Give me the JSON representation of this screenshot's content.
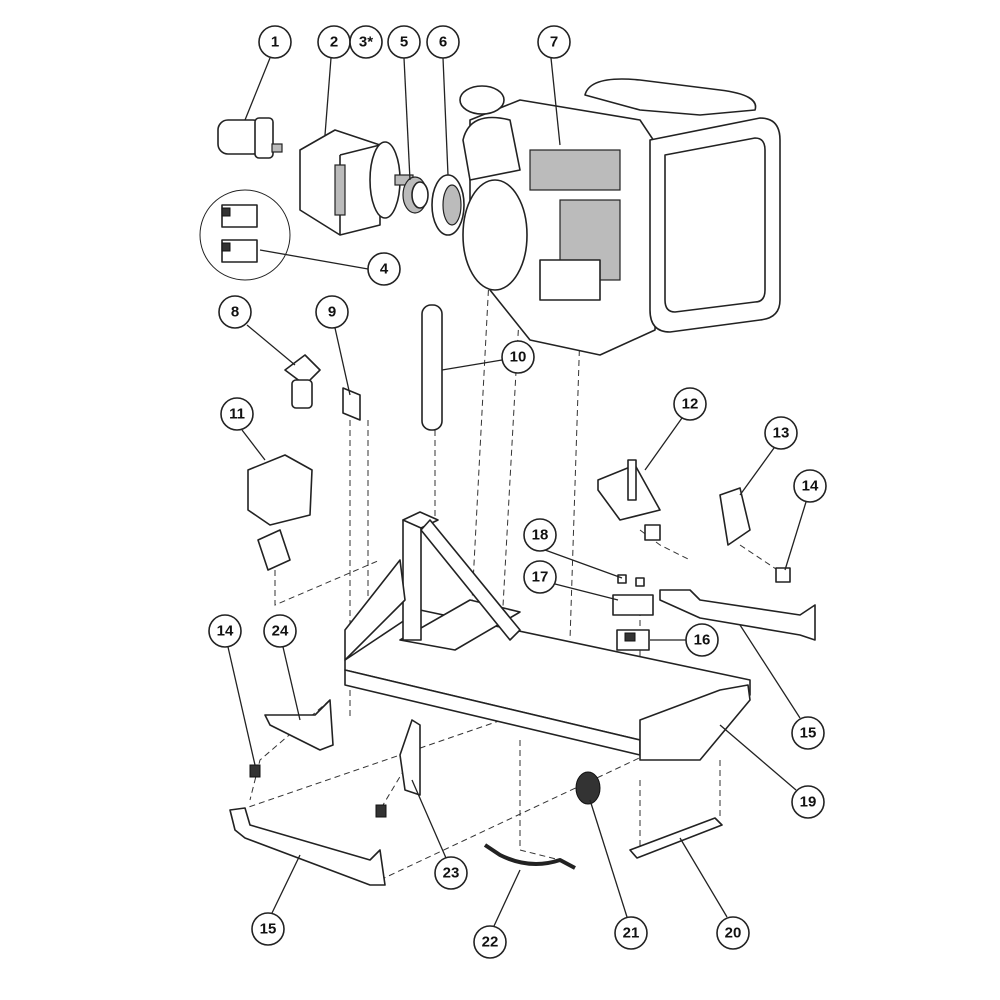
{
  "title": "Engine and frame exploded parts diagram",
  "callouts": [
    "1",
    "2",
    "3*",
    "4",
    "5",
    "6",
    "7",
    "8",
    "9",
    "10",
    "11",
    "12",
    "13",
    "14",
    "15",
    "16",
    "17",
    "18",
    "19",
    "20",
    "21",
    "22",
    "23",
    "24",
    "14",
    "15"
  ]
}
